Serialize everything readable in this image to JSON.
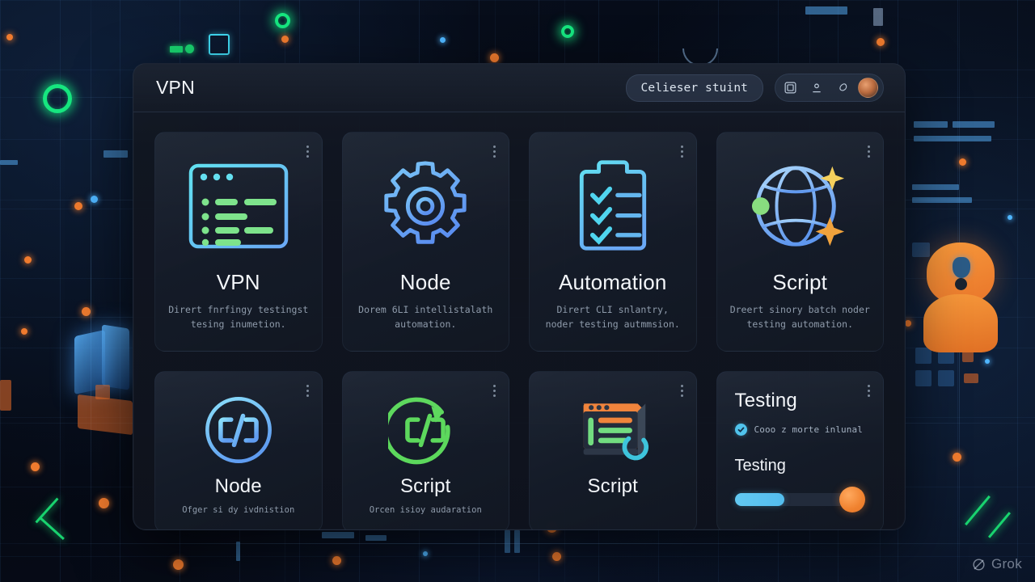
{
  "window": {
    "title": "VPN",
    "cta_label": "Celieser stuint",
    "icons": [
      {
        "name": "image-frame-icon",
        "glyph": "frame"
      },
      {
        "name": "user-icon",
        "glyph": "user"
      },
      {
        "name": "edit-pen-icon",
        "glyph": "pen"
      }
    ],
    "avatar_name": "user-avatar"
  },
  "cards": [
    {
      "title": "VPN",
      "desc": "Dirert fnrfingy testingst tesing inumetion.",
      "icon": "terminal-window-icon",
      "accent": "#6fd4f5"
    },
    {
      "title": "Node",
      "desc": "Dorem 6LI intellistalath automation.",
      "icon": "gear-icon",
      "accent": "#67b6f2"
    },
    {
      "title": "Automation",
      "desc": "Dirert CLI snlantry, noder testing autmmsion.",
      "icon": "clipboard-check-icon",
      "accent": "#63cdf0"
    },
    {
      "title": "Script",
      "desc": "Dreert sinory batch noder testing automation.",
      "icon": "globe-sparkle-icon",
      "accent": "#8cc4f5"
    },
    {
      "title": "Node",
      "desc": "Ofger si dy ivdnistion",
      "icon": "code-circle-icon",
      "accent": "#7fcbf7"
    },
    {
      "title": "Script",
      "desc": "Orcen isioy audaration",
      "icon": "code-refresh-icon",
      "accent": "#6ddb6d"
    },
    {
      "title": "Script",
      "desc": "",
      "icon": "terminal-progress-icon",
      "accent": "#f2803a"
    }
  ],
  "controls_card": {
    "heading": "Testing",
    "check_label": "Cooo z morte inlunal",
    "slider_label": "Testing",
    "slider_value_percent": 38,
    "fill_color": "#53bdee",
    "thumb_color": "#f0822f"
  },
  "watermark": {
    "label": "Grok"
  }
}
